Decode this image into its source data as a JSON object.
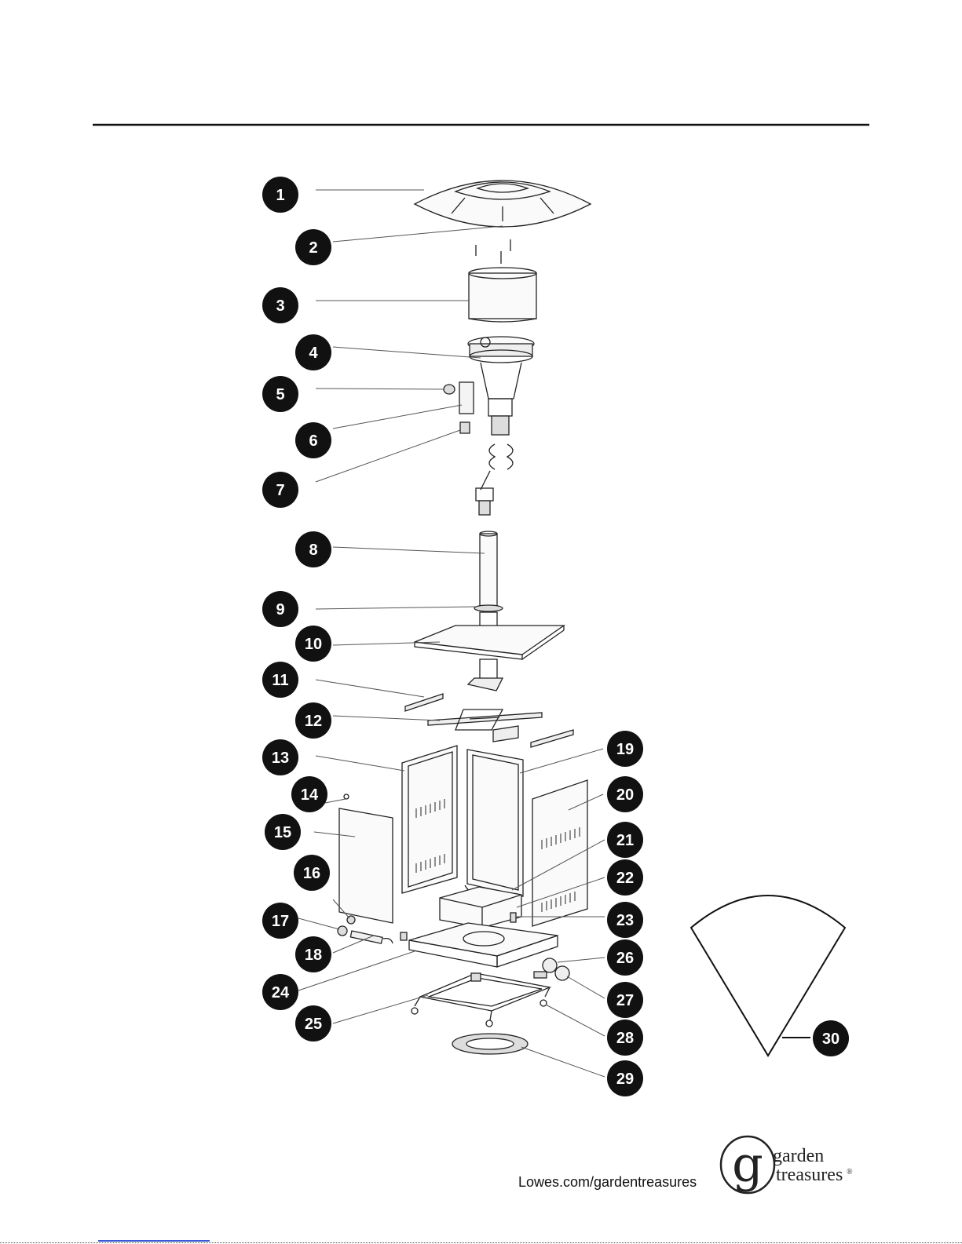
{
  "page": {
    "footer_url": "Lowes.com/gardentreasures"
  },
  "brand": {
    "monogram": "g",
    "line1": "garden",
    "line2": "treasures",
    "mark": "®"
  },
  "callouts": [
    "1",
    "2",
    "3",
    "4",
    "5",
    "6",
    "7",
    "8",
    "9",
    "10",
    "11",
    "12",
    "13",
    "14",
    "15",
    "16",
    "17",
    "18",
    "19",
    "20",
    "21",
    "22",
    "23",
    "24",
    "25",
    "26",
    "27",
    "28",
    "29",
    "30"
  ],
  "colors": {
    "ink": "#111111",
    "line": "#555555",
    "bubble": "#111111",
    "bubble_text": "#ffffff"
  }
}
